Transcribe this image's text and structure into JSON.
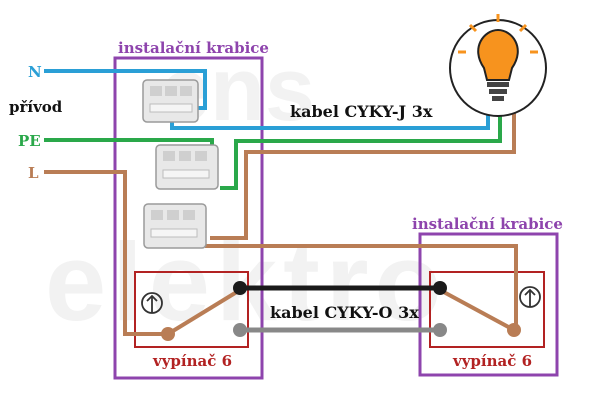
{
  "labels": {
    "box_left_title": "instalační krabice",
    "box_right_title": "instalační krabice",
    "cable_top": "kabel CYKY-J 3x",
    "cable_bottom": "kabel CYKY-O 3x",
    "switch_left": "vypínač 6",
    "switch_right": "vypínač 6",
    "supply": "přívod",
    "wire_n": "N",
    "wire_pe": "PE",
    "wire_l": "L",
    "watermark_line1": "ens",
    "watermark_line2": "elektro"
  },
  "colors": {
    "neutral": "#2a9fd6",
    "protective": "#2aa84a",
    "live": "#b97d55",
    "box_border": "#8e44ad",
    "switch_border": "#b22222",
    "switch_label": "#b22222",
    "box_label": "#8e44ad",
    "black_wire": "#1a1a1a",
    "grey_wire": "#888888",
    "bulb_glass": "#f7931e",
    "bulb_rays": "#f7931e"
  },
  "icons": {
    "bulb": "light-bulb-icon",
    "switch": "switch-symbol-icon",
    "connector": "wago-connector-icon"
  }
}
